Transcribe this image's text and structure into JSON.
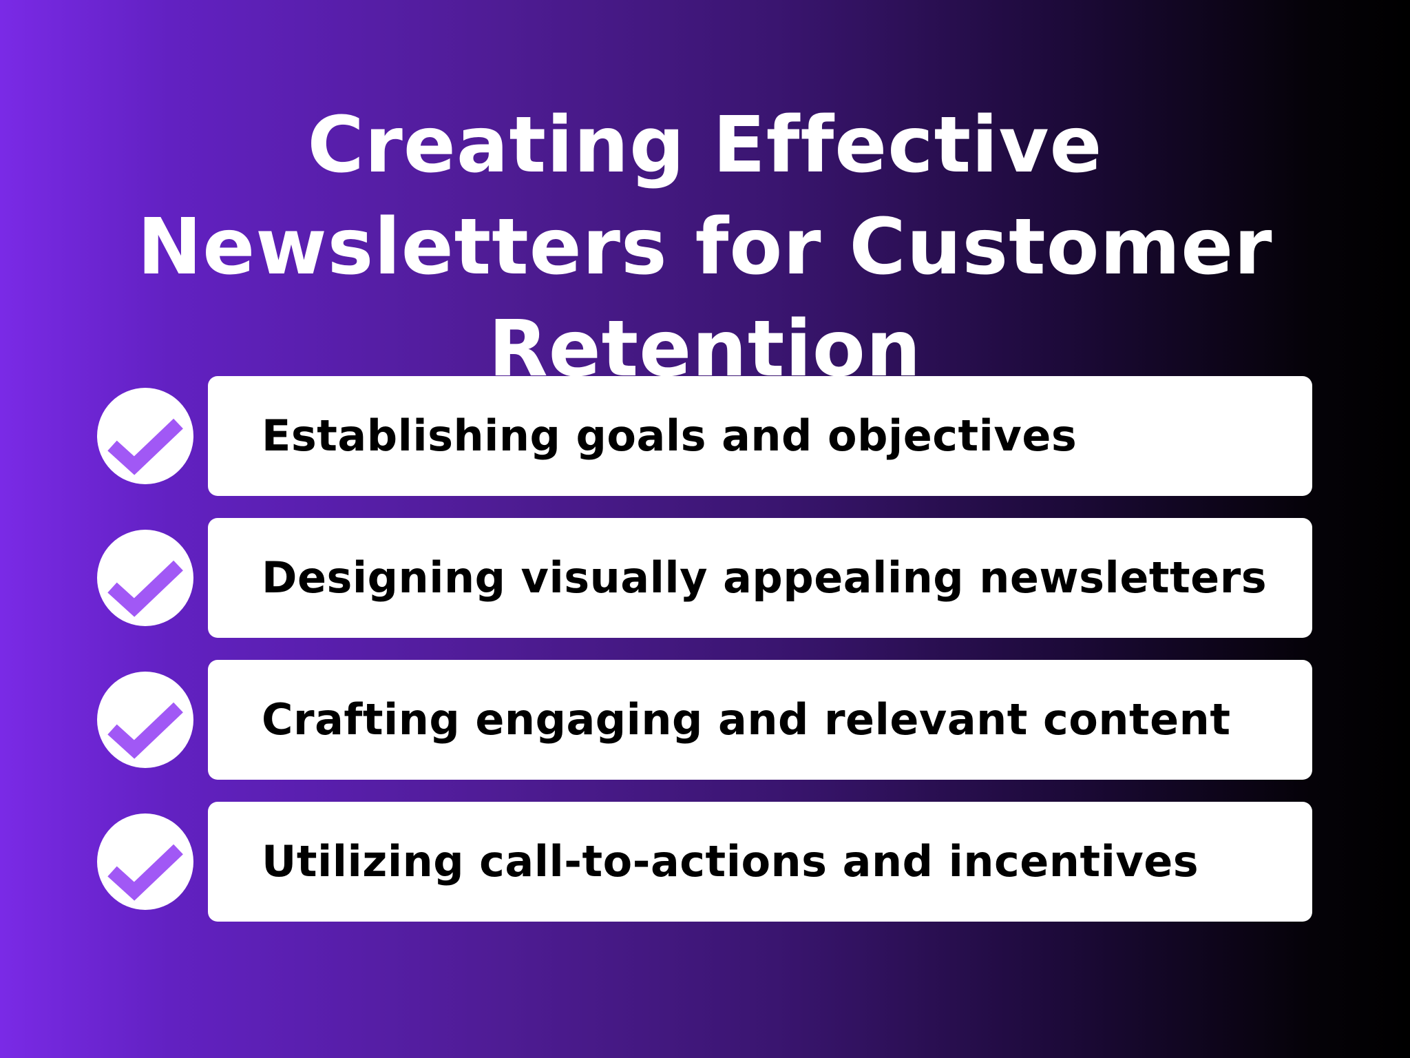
{
  "title": {
    "lines": [
      "Creating Effective",
      "Newsletters for Customer",
      "Retention"
    ]
  },
  "colors": {
    "gradient_start": "#7a2ae6",
    "gradient_end": "#000000",
    "check_color": "#a158f5",
    "card_bg": "#ffffff",
    "text_dark": "#000000"
  },
  "checklist": {
    "icon": "check-circle-icon",
    "items": [
      {
        "label": "Establishing goals and objectives"
      },
      {
        "label": "Designing visually appealing newsletters"
      },
      {
        "label": "Crafting engaging and relevant content"
      },
      {
        "label": "Utilizing call-to-actions and incentives"
      }
    ]
  }
}
